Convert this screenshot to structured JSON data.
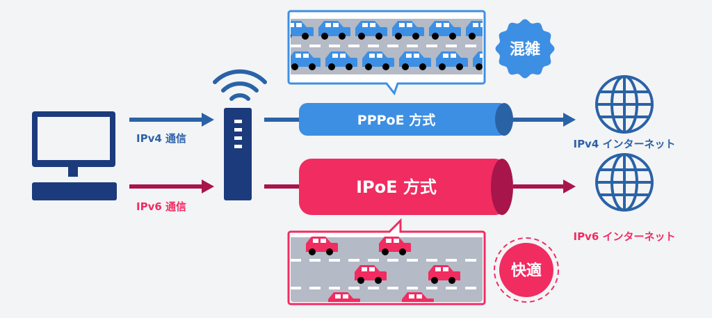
{
  "colors": {
    "background": "#f3f4f6",
    "navy": "#1c3b7c",
    "blue": "#3d8fe3",
    "blue_dark": "#2a62a6",
    "blue_text": "#2d62a8",
    "pink": "#f02c61",
    "pink_dark": "#a8154a",
    "road": "#b4bac6"
  },
  "left": {
    "ipv4_label": "IPv4 通信",
    "ipv6_label": "IPv6 通信"
  },
  "tubes": {
    "pppoe": "PPPoE 方式",
    "ipoe": "IPoE 方式"
  },
  "badges": {
    "congested": "混雑",
    "comfortable": "快適"
  },
  "right": {
    "ipv4_internet": "IPv4 インターネット",
    "ipv6_internet": "IPv6 インターネット"
  },
  "icons": [
    "computer-icon",
    "router-icon",
    "wifi-icon",
    "globe-icon",
    "car-icon"
  ]
}
